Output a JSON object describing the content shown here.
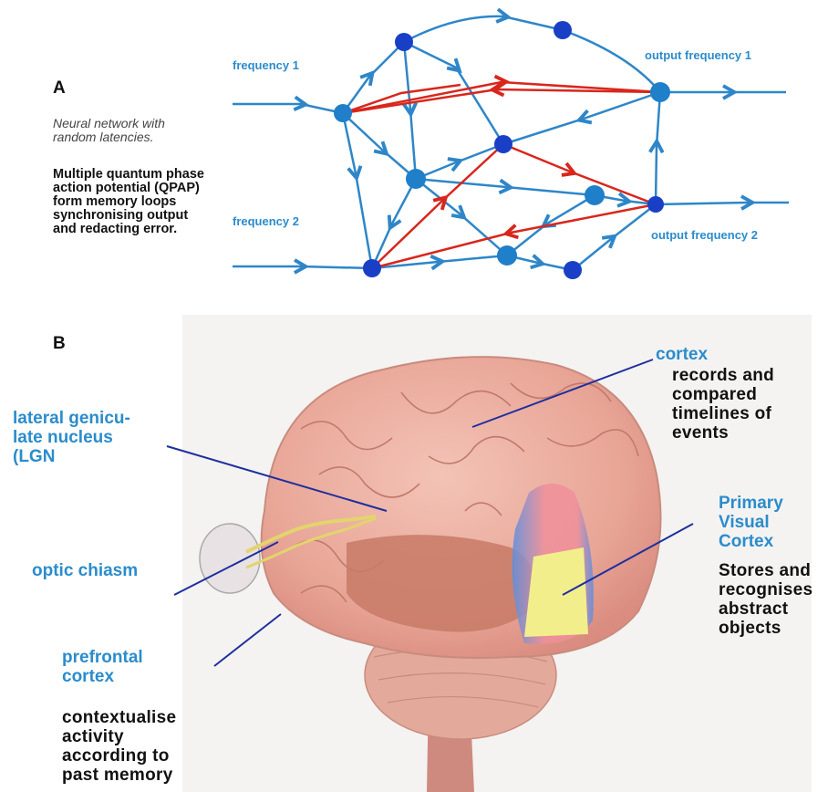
{
  "panel_a": {
    "label": "A",
    "caption_italic": [
      "Neural network with",
      "random latencies."
    ],
    "caption_bold": [
      "Multiple quantum phase",
      "action potential (QPAP)",
      "form memory loops",
      "synchronising output",
      "and redacting error."
    ],
    "input_1": "frequency 1",
    "input_2": "frequency 2",
    "output_1": "output frequency 1",
    "output_2": "output frequency 2",
    "colors": {
      "node": "#1f7fc9",
      "node_dark": "#1a3fc7",
      "edge": "#2e86c8",
      "loop": "#d9261c"
    }
  },
  "panel_b": {
    "label": "B",
    "cortex": {
      "title": "cortex",
      "desc": [
        "records and",
        "compared",
        "timelines of",
        "events"
      ]
    },
    "lgn": {
      "title": [
        "lateral genicu-",
        "late nucleus",
        "(LGN"
      ]
    },
    "optic": {
      "title": "optic chiasm"
    },
    "visual": {
      "title": [
        "Primary",
        "Visual",
        "Cortex"
      ],
      "desc": [
        "Stores and",
        "recognises",
        "abstract",
        "objects"
      ]
    },
    "prefrontal": {
      "title": [
        "prefrontal",
        "cortex"
      ],
      "desc": [
        "contextualise",
        "activity",
        "according to",
        "past memory"
      ]
    },
    "colors": {
      "label": "#2b8ccc",
      "pointer": "#1e2f9e",
      "brain": "#e9a89a",
      "visual_fill": "#f2ee8c"
    }
  }
}
